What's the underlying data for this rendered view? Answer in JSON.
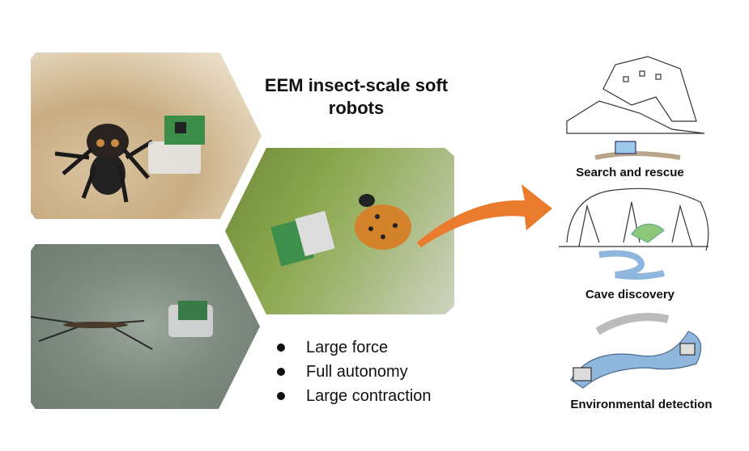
{
  "title": "EEM insect-scale soft robots",
  "features": [
    "Large force",
    "Full autonomy",
    "Large contraction"
  ],
  "applications": [
    "Search and rescue",
    "Cave discovery",
    "Environmental detection"
  ],
  "colors": {
    "arrow": "#ea7a2c",
    "water": "#8fb6dc",
    "radar": "#8cc77a"
  }
}
